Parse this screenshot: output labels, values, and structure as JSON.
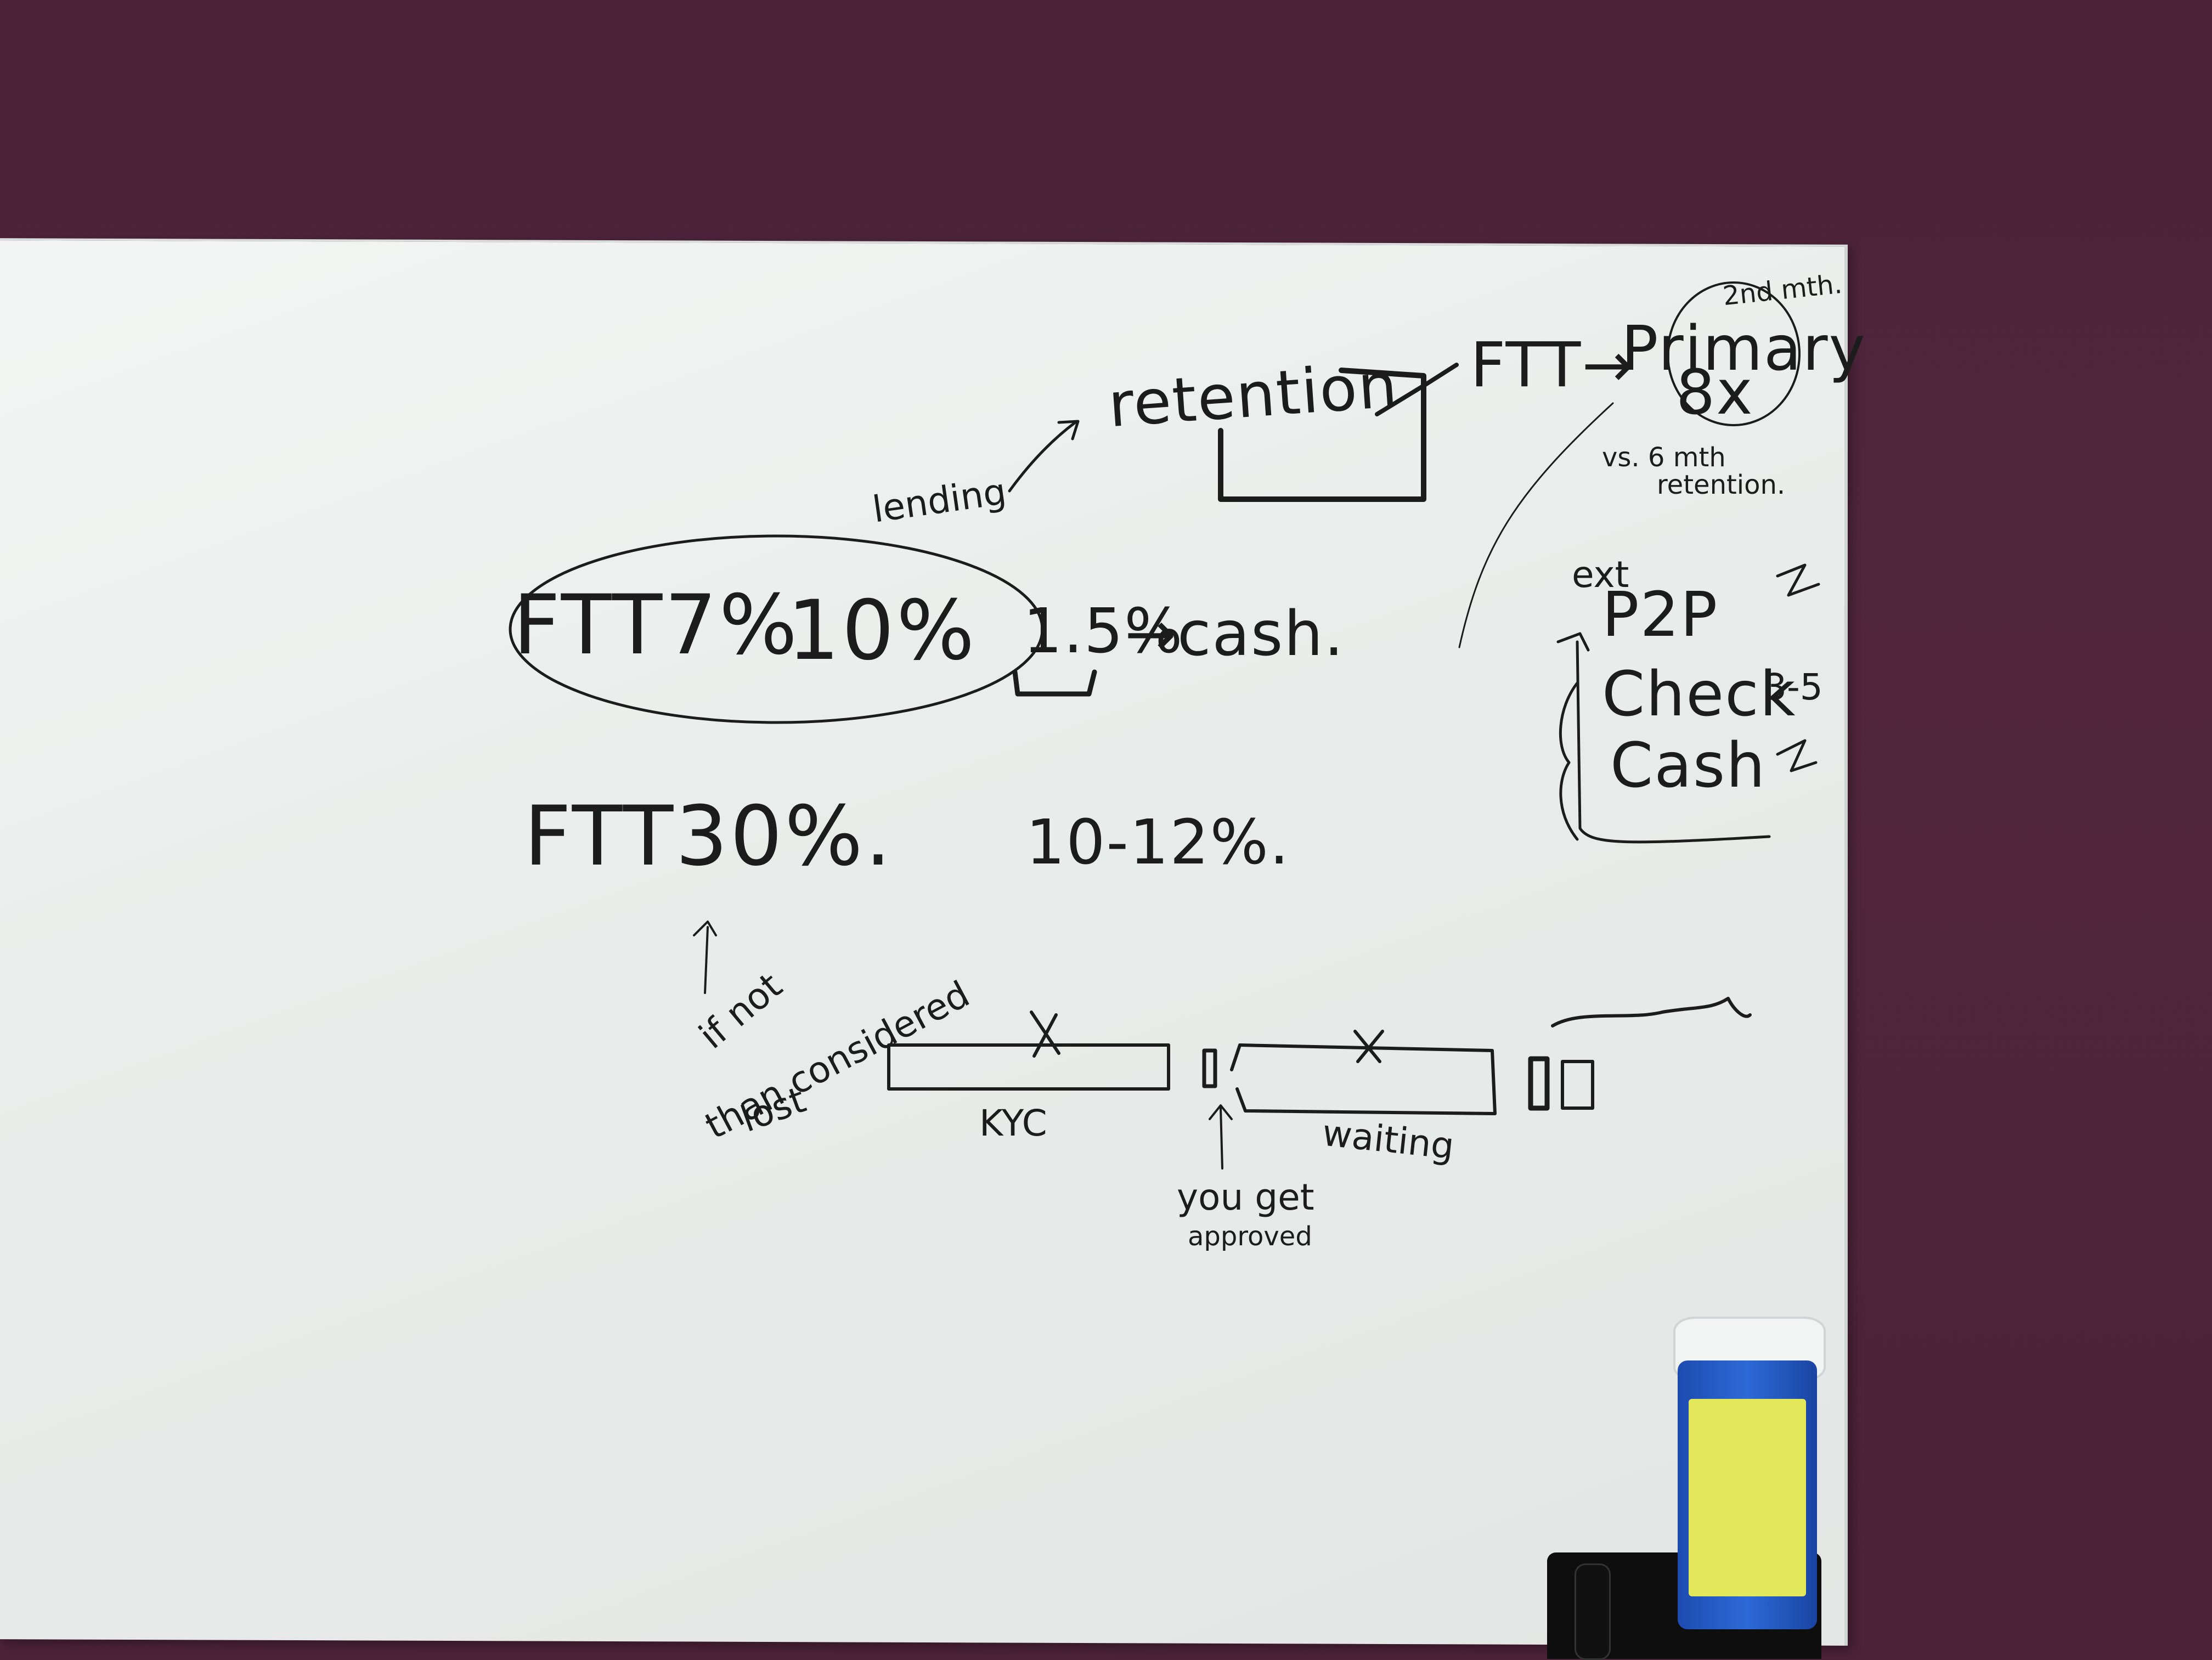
{
  "scene": {
    "description_free": true,
    "wall_color": "#4e2439",
    "board_color": "#eceeed",
    "ink_color": "#1c1c1c"
  },
  "board_text": {
    "ftt7": "FTT7%",
    "ten": "10%",
    "lending": "lending",
    "retention": "retention",
    "ftt_arrow": "FTT→",
    "primary": "Primary",
    "eight_x": "8x",
    "second_mth": "2nd mth.",
    "vs_six": "vs. 6 mth",
    "retention2": "retention.",
    "one_five": "1.5%",
    "to_cash": "→cash.",
    "ext": "ext",
    "p2p": "P2P",
    "check": "Check",
    "three_five": "3-5",
    "cash": "Cash",
    "ftt30": "FTT30%.",
    "ten_twelve": "10-12%.",
    "if_not": "if not",
    "than_considered": "than considered",
    "lost": "lost",
    "kyc": "KYC",
    "waiting": "waiting",
    "you_get": "you get",
    "approved": "approved"
  },
  "icons": {
    "strike_icon": "lightning-icon"
  }
}
